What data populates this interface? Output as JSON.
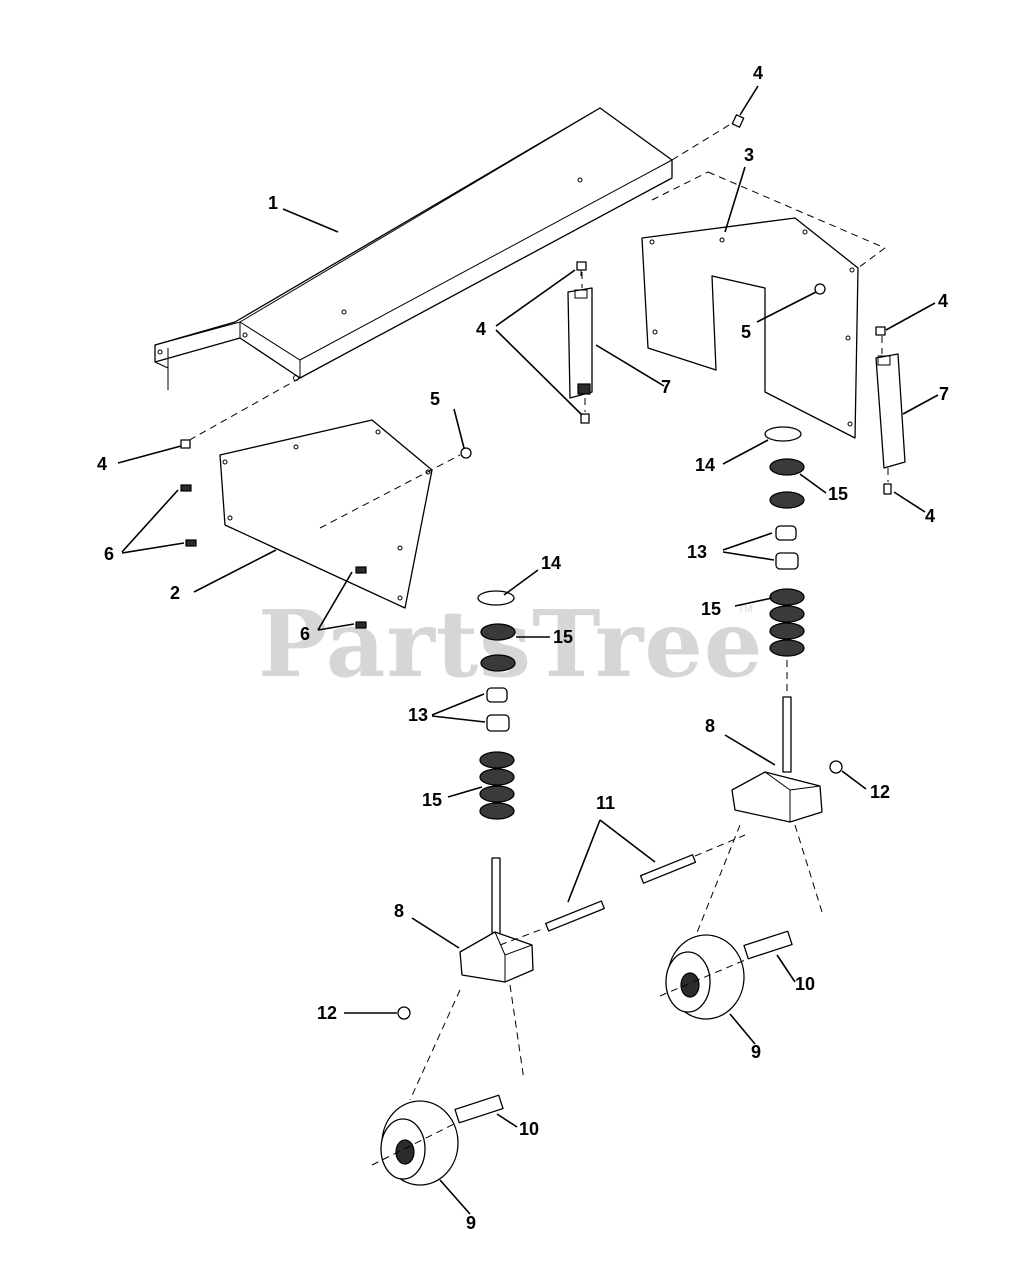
{
  "watermark": {
    "text": "PartsTree",
    "tm": "TM"
  },
  "callouts": {
    "c1": "1",
    "c2": "2",
    "c3": "3",
    "c4a": "4",
    "c4b": "4",
    "c4c": "4",
    "c4d": "4",
    "c4e": "4",
    "c5a": "5",
    "c5b": "5",
    "c6a": "6",
    "c6b": "6",
    "c7a": "7",
    "c7b": "7",
    "c8a": "8",
    "c8b": "8",
    "c9a": "9",
    "c9b": "9",
    "c10a": "10",
    "c10b": "10",
    "c11": "11",
    "c12a": "12",
    "c12b": "12",
    "c13a": "13",
    "c13b": "13",
    "c14a": "14",
    "c14b": "14",
    "c15a": "15",
    "c15b": "15",
    "c15c": "15",
    "c15d": "15"
  }
}
